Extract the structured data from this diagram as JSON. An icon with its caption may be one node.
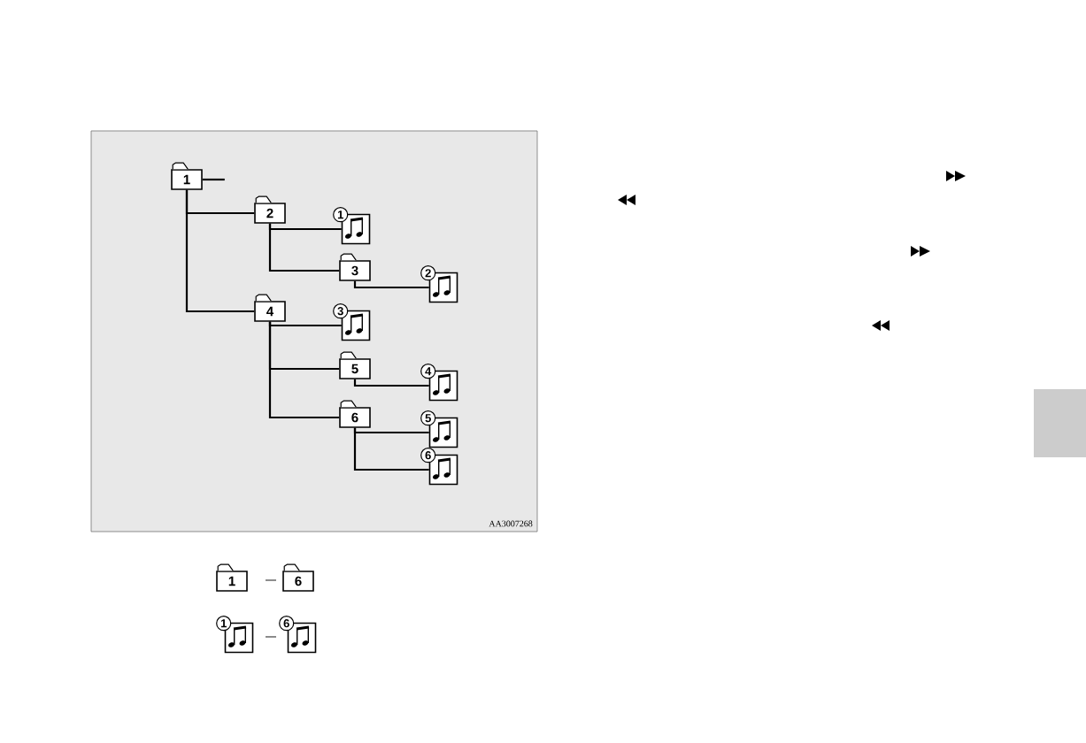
{
  "diagram": {
    "nodes": [
      {
        "text": [
          "1"
        ]
      },
      {
        "text": [
          "2"
        ]
      },
      {
        "text": [
          "1"
        ]
      },
      {
        "text": [
          "3"
        ]
      },
      {
        "text": [
          "2"
        ]
      },
      {
        "text": [
          "4"
        ]
      },
      {
        "text": [
          "3"
        ]
      },
      {
        "text": [
          "5"
        ]
      },
      {
        "text": [
          "4"
        ]
      },
      {
        "text": [
          "6"
        ]
      },
      {
        "text": [
          "5"
        ]
      },
      {
        "text": [
          "6"
        ]
      },
      {
        "text": [
          "1"
        ]
      },
      {
        "text": [
          "6"
        ]
      },
      {
        "text": [
          "1"
        ]
      },
      {
        "text": [
          "6"
        ]
      },
      {
        "text": [],
        "shape": "box"
      }
    ],
    "edges": [
      {
        "from": 0,
        "to": null,
        "arrow": "none"
      },
      {
        "from": 0,
        "to": 1,
        "arrow": "none"
      },
      {
        "from": 1,
        "to": 2,
        "arrow": "none"
      },
      {
        "from": 1,
        "to": 3,
        "arrow": "none"
      },
      {
        "from": 3,
        "to": 4,
        "arrow": "none"
      },
      {
        "from": 0,
        "to": 5,
        "arrow": "none"
      },
      {
        "from": 5,
        "to": 6,
        "arrow": "none"
      },
      {
        "from": 5,
        "to": 7,
        "arrow": "none"
      },
      {
        "from": 7,
        "to": 8,
        "arrow": "none"
      },
      {
        "from": 5,
        "to": 9,
        "arrow": "none"
      },
      {
        "from": 9,
        "to": 10,
        "arrow": "none"
      },
      {
        "from": 9,
        "to": 11,
        "arrow": "none"
      }
    ],
    "labels": [
      "AA3007268"
    ]
  }
}
